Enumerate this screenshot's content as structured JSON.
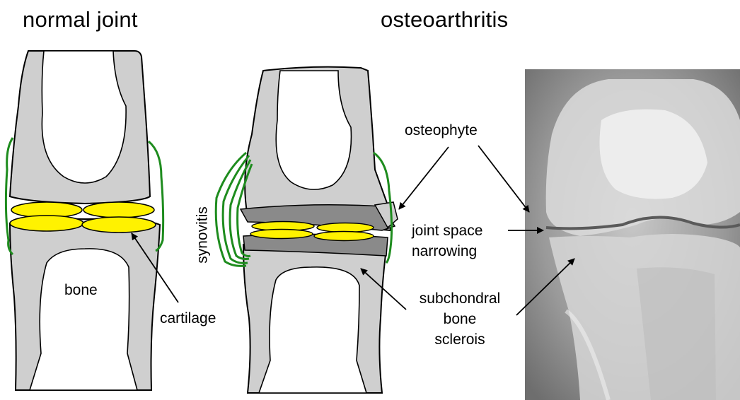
{
  "titles": {
    "normal": "normal joint",
    "oa": "osteoarthritis"
  },
  "labels": {
    "bone": "bone",
    "cartilage": "cartilage",
    "synovitis": "synovitis",
    "osteophyte": "osteophyte",
    "joint_space": [
      "joint space",
      "narrowing"
    ],
    "subchondral": [
      "subchondral",
      "bone",
      "sclerois"
    ]
  },
  "colors": {
    "bone_outer": "#cfcfcf",
    "bone_inner": "#ffffff",
    "cartilage": "#fff200",
    "synovium": "#1e8c1e",
    "sclerosis": "#8a8a8a",
    "outline": "#000000"
  },
  "icons": {
    "xray": "knee-xray-image",
    "arrows": "pointer-arrow-icon"
  }
}
